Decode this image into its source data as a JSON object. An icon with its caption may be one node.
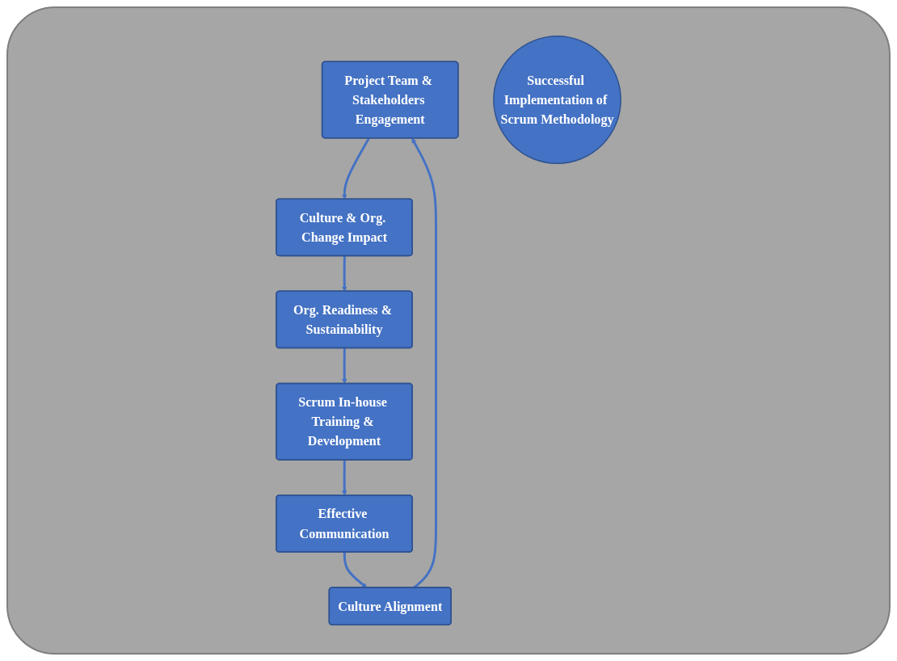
{
  "diagram": {
    "nodes": [
      {
        "text": [
          "Project Team & Stakeholders Engagement"
        ]
      },
      {
        "text": [
          "Culture & Org. Change Impact"
        ]
      },
      {
        "text": [
          "Org. Readiness & Sustainability"
        ]
      },
      {
        "text": [
          "Scrum In-house Training & Development"
        ]
      },
      {
        "text": [
          "Effective Communication"
        ]
      },
      {
        "text": [
          "Culture Alignment"
        ]
      },
      {
        "text": [
          "Successful Implementation of Scrum Methodology"
        ]
      }
    ],
    "edges": [
      {
        "from": 0,
        "to": 1,
        "arrow": "to"
      },
      {
        "from": 1,
        "to": 2,
        "arrow": "to"
      },
      {
        "from": 2,
        "to": 3,
        "arrow": "to"
      },
      {
        "from": 3,
        "to": 4,
        "arrow": "to"
      },
      {
        "from": 4,
        "to": 5,
        "arrow": "to"
      },
      {
        "from": 5,
        "to": 0,
        "arrow": "to"
      }
    ]
  }
}
